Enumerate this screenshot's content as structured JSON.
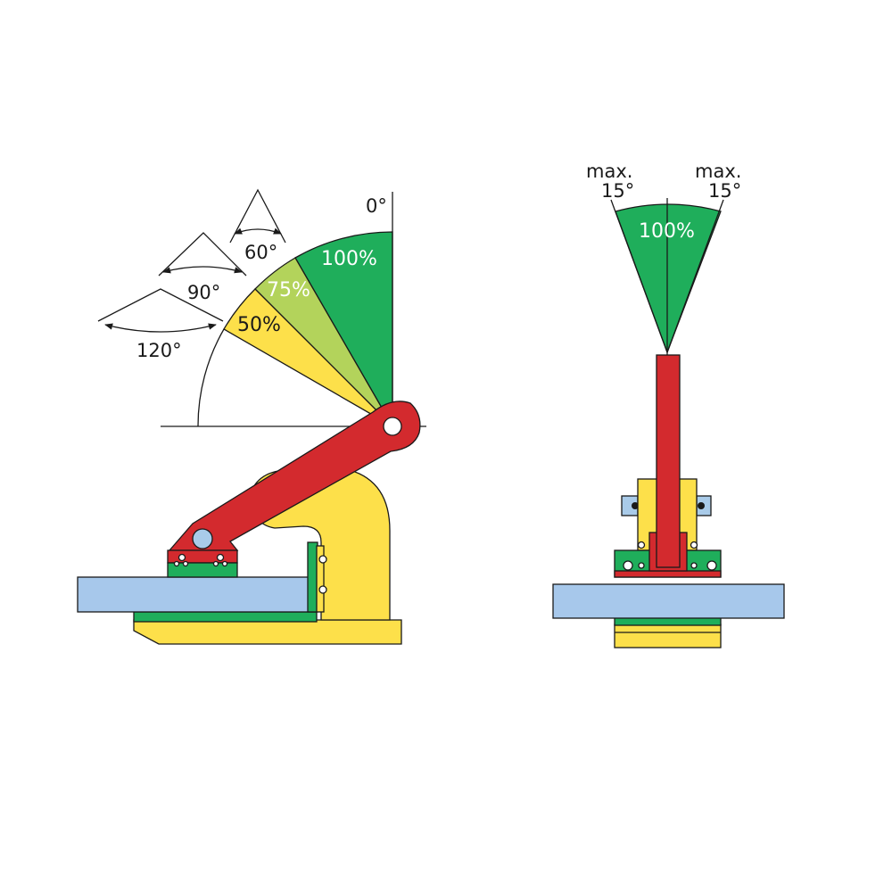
{
  "colors": {
    "red": "#d32a2e",
    "yellow": "#fde04a",
    "green": "#1fae5b",
    "light_green": "#b3d35b",
    "plate_blue": "#a7c8eb",
    "pin_blue": "#a9cbe9",
    "ink": "#1a1a1a"
  },
  "side_view": {
    "vertical_label": "0°",
    "capacity_100": "100%",
    "capacity_75": "75%",
    "capacity_50": "50%",
    "angle_60": "60°",
    "angle_90": "90°",
    "angle_120": "120°"
  },
  "front_view": {
    "left_max_label": "max.",
    "left_angle_label": "15°",
    "right_max_label": "max.",
    "right_angle_label": "15°",
    "capacity_label": "100%"
  }
}
